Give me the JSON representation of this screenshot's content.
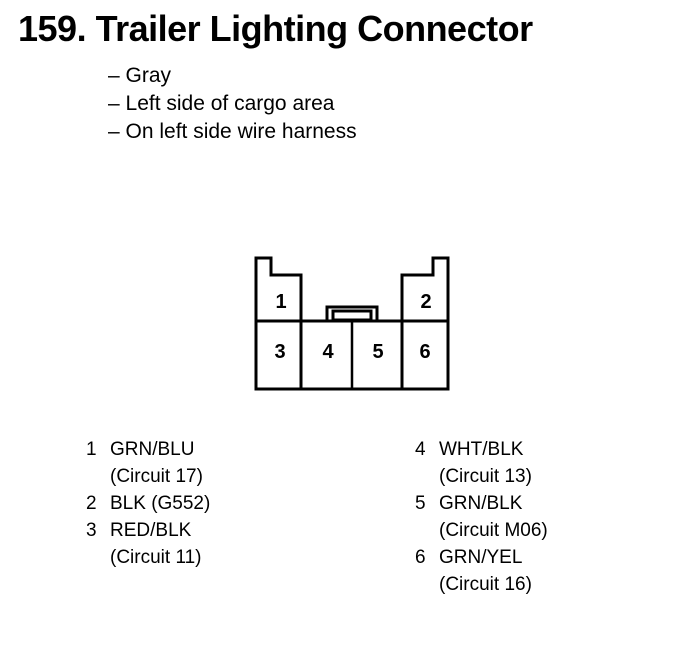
{
  "title": "159. Trailer Lighting Connector",
  "notes": [
    "– Gray",
    "– Left side of cargo area",
    "– On left side wire harness"
  ],
  "connector": {
    "cavities": [
      "1",
      "2",
      "3",
      "4",
      "5",
      "6"
    ]
  },
  "pins_left": [
    {
      "num": "1",
      "wire": "GRN/BLU",
      "detail": "(Circuit 17)"
    },
    {
      "num": "2",
      "wire": "BLK (G552)",
      "detail": ""
    },
    {
      "num": "3",
      "wire": "RED/BLK",
      "detail": "(Circuit 11)"
    }
  ],
  "pins_right": [
    {
      "num": "4",
      "wire": "WHT/BLK",
      "detail": "(Circuit 13)"
    },
    {
      "num": "5",
      "wire": "GRN/BLK",
      "detail": "(Circuit M06)"
    },
    {
      "num": "6",
      "wire": "GRN/YEL",
      "detail": "(Circuit 16)"
    }
  ],
  "colors": {
    "ink": "#000000",
    "background": "#ffffff"
  }
}
